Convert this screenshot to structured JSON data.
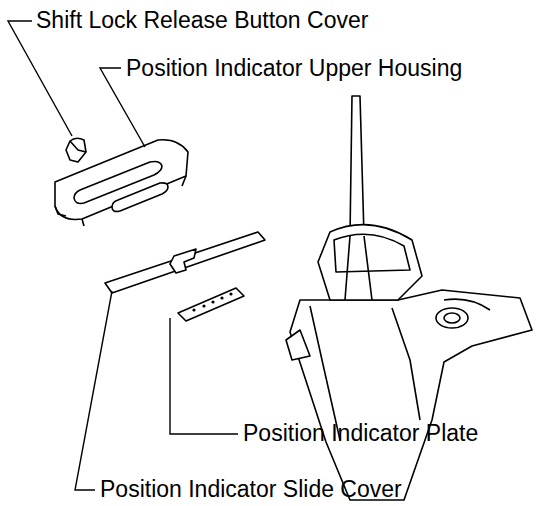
{
  "diagram": {
    "labels": [
      "Shift Lock Release Button Cover",
      "Position Indicator Upper Housing",
      "Position Indicator Plate",
      "Position Indicator Slide Cover"
    ]
  }
}
